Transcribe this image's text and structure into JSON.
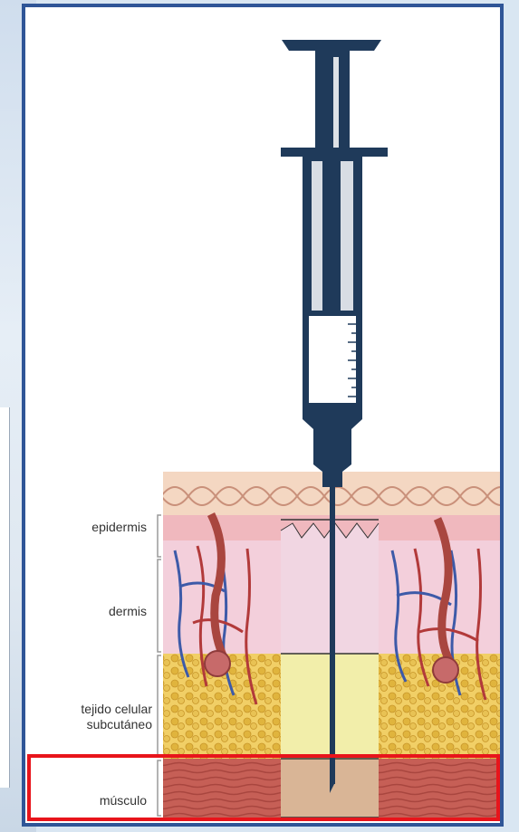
{
  "colors": {
    "frame_border": "#2f5597",
    "highlight_border": "#e8141b",
    "syringe": "#1f3a5a",
    "epidermis": "#f0b8be",
    "dermis": "#f1d6e2",
    "subcutaneous": "#f2eeaa",
    "muscle": "#d9b596",
    "muscle_tissue": "#c0574f",
    "fat": "#e2b94a",
    "vessel_blue": "#3d5aa8",
    "vessel_red": "#b23a3a"
  },
  "labels": {
    "epidermis": "epidermis",
    "dermis": "dermis",
    "subcutaneous": "tejido celular\nsubcutáneo",
    "muscle": "músculo"
  },
  "icons": {
    "syringe": "syringe-icon",
    "needle": "needle-icon"
  }
}
